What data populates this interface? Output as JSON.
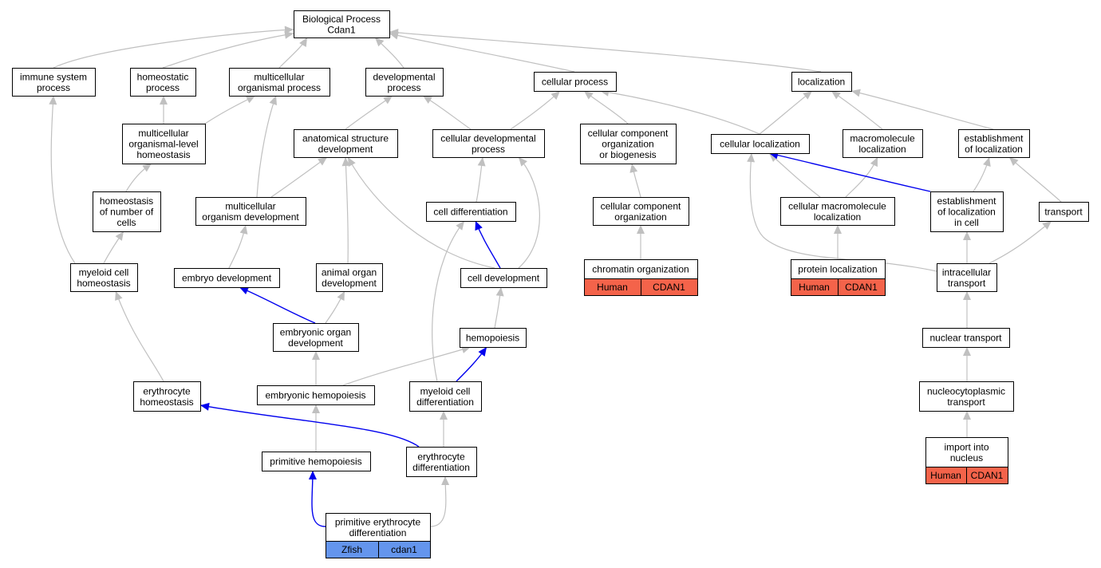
{
  "colors": {
    "edge_default": "#c0c0c0",
    "edge_highlight": "#0000ee",
    "human_annotation": "#f4634a",
    "zfish_annotation": "#6495ed"
  },
  "nodes": {
    "root": {
      "lines": [
        "Biological Process",
        "Cdan1"
      ]
    },
    "immune": {
      "lines": [
        "immune system",
        "process"
      ]
    },
    "homeostatic": {
      "lines": [
        "homeostatic",
        "process"
      ]
    },
    "multicell": {
      "lines": [
        "multicellular",
        "organismal process"
      ]
    },
    "devproc": {
      "lines": [
        "developmental",
        "process"
      ]
    },
    "cellproc": {
      "lines": [
        "cellular process"
      ]
    },
    "localization": {
      "lines": [
        "localization"
      ]
    },
    "mclh": {
      "lines": [
        "multicellular",
        "organismal-level",
        "homeostasis"
      ]
    },
    "anatdev": {
      "lines": [
        "anatomical structure",
        "development"
      ]
    },
    "celldevproc": {
      "lines": [
        "cellular developmental",
        "process"
      ]
    },
    "ccob": {
      "lines": [
        "cellular component",
        "organization",
        "or biogenesis"
      ]
    },
    "cellloc": {
      "lines": [
        "cellular localization"
      ]
    },
    "macloc": {
      "lines": [
        "macromolecule",
        "localization"
      ]
    },
    "estloc": {
      "lines": [
        "establishment",
        "of localization"
      ]
    },
    "homnum": {
      "lines": [
        "homeostasis",
        "of number of",
        "cells"
      ]
    },
    "multidev": {
      "lines": [
        "multicellular",
        "organism development"
      ]
    },
    "celldiff": {
      "lines": [
        "cell differentiation"
      ]
    },
    "cco": {
      "lines": [
        "cellular component",
        "organization"
      ]
    },
    "cellmacloc": {
      "lines": [
        "cellular macromolecule",
        "localization"
      ]
    },
    "estlocell": {
      "lines": [
        "establishment",
        "of localization",
        "in cell"
      ]
    },
    "transport": {
      "lines": [
        "transport"
      ]
    },
    "myhomeo": {
      "lines": [
        "myeloid cell",
        "homeostasis"
      ]
    },
    "embdev": {
      "lines": [
        "embryo development"
      ]
    },
    "organdev": {
      "lines": [
        "animal organ",
        "development"
      ]
    },
    "celldev": {
      "lines": [
        "cell development"
      ]
    },
    "chromorg": {
      "lines": [
        "chromatin organization"
      ]
    },
    "protloc": {
      "lines": [
        "protein localization"
      ]
    },
    "intracell": {
      "lines": [
        "intracellular",
        "transport"
      ]
    },
    "emborgdev": {
      "lines": [
        "embryonic organ",
        "development"
      ]
    },
    "hemopoiesis": {
      "lines": [
        "hemopoiesis"
      ]
    },
    "nucltransport": {
      "lines": [
        "nuclear transport"
      ]
    },
    "erythhomeo": {
      "lines": [
        "erythrocyte",
        "homeostasis"
      ]
    },
    "embhemo": {
      "lines": [
        "embryonic hemopoiesis"
      ]
    },
    "mydiff": {
      "lines": [
        "myeloid cell",
        "differentiation"
      ]
    },
    "nuctransport": {
      "lines": [
        "nucleocytoplasmic",
        "transport"
      ]
    },
    "primhemo": {
      "lines": [
        "primitive hemopoiesis"
      ]
    },
    "erythdiff": {
      "lines": [
        "erythrocyte",
        "differentiation"
      ]
    },
    "importnuc": {
      "lines": [
        "import into",
        "nucleus"
      ]
    },
    "primerythdiff": {
      "lines": [
        "primitive erythrocyte",
        "differentiation"
      ]
    }
  },
  "annotations": {
    "chromorg": {
      "species": "Human",
      "gene": "CDAN1"
    },
    "protloc": {
      "species": "Human",
      "gene": "CDAN1"
    },
    "importnuc": {
      "species": "Human",
      "gene": "CDAN1"
    },
    "primerythdiff": {
      "species": "Zfish",
      "gene": "cdan1"
    }
  }
}
